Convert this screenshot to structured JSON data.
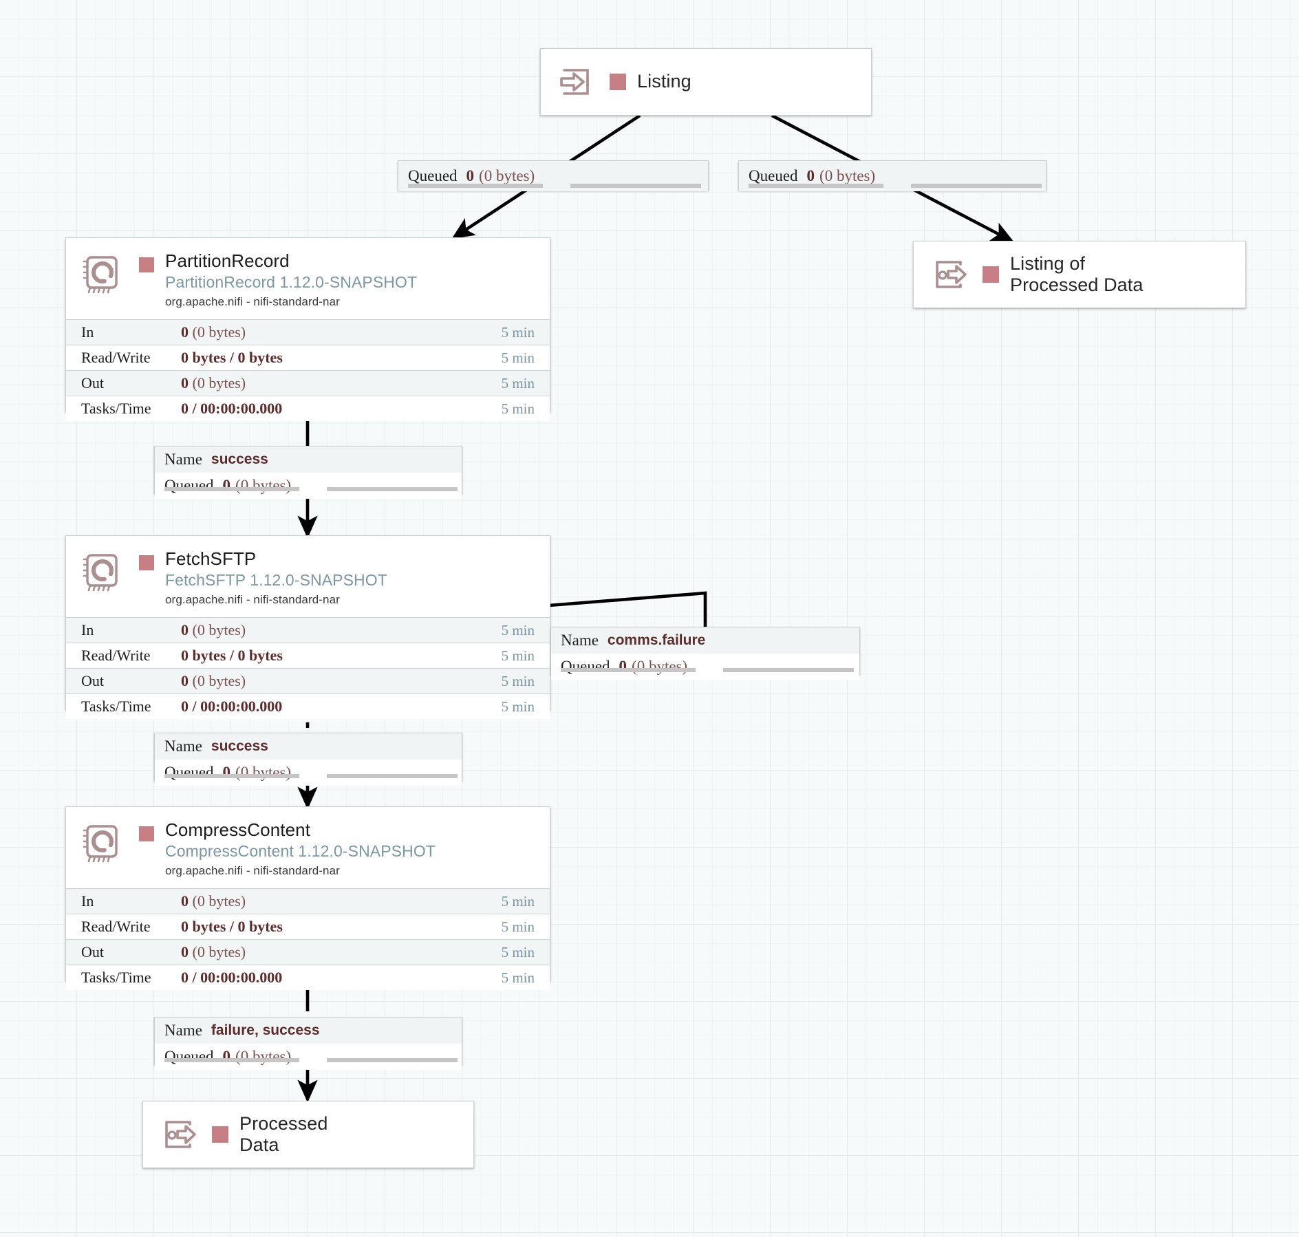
{
  "canvas": {
    "title": "NiFi Flow Canvas",
    "background": "#f7fafb",
    "grid_color": "#e2eaec"
  },
  "colors": {
    "status_stopped": "#c87f83",
    "type_text": "#7a97a6",
    "value_text": "#5c2b2b",
    "time_text": "#7a94a3"
  },
  "ports": [
    {
      "id": "listing-input-port",
      "kind": "input-port",
      "icon": "input-port-icon",
      "label": "Listing",
      "status": "stopped"
    },
    {
      "id": "listing-of-processed-data-output-port",
      "kind": "output-port",
      "icon": "output-port-icon",
      "label": "Listing of\nProcessed Data",
      "status": "stopped"
    },
    {
      "id": "processed-data-output-port",
      "kind": "output-port",
      "icon": "output-port-icon",
      "label": "Processed\nData",
      "status": "stopped"
    }
  ],
  "processors": [
    {
      "id": "partitionrecord",
      "name": "PartitionRecord",
      "type": "PartitionRecord 1.12.0-SNAPSHOT",
      "bundle": "org.apache.nifi - nifi-standard-nar",
      "status": "stopped",
      "icon": "processor-icon",
      "stats": [
        {
          "key": "In",
          "value": "0",
          "suffix": "(0 bytes)",
          "bold_all": false,
          "time": "5 min"
        },
        {
          "key": "Read/Write",
          "value": "0 bytes / 0 bytes",
          "suffix": "",
          "bold_all": true,
          "time": "5 min"
        },
        {
          "key": "Out",
          "value": "0",
          "suffix": "(0 bytes)",
          "bold_all": false,
          "time": "5 min"
        },
        {
          "key": "Tasks/Time",
          "value": "0 / 00:00:00.000",
          "suffix": "",
          "bold_all": true,
          "time": "5 min"
        }
      ]
    },
    {
      "id": "fetchsftp",
      "name": "FetchSFTP",
      "type": "FetchSFTP 1.12.0-SNAPSHOT",
      "bundle": "org.apache.nifi - nifi-standard-nar",
      "status": "stopped",
      "icon": "processor-icon",
      "stats": [
        {
          "key": "In",
          "value": "0",
          "suffix": "(0 bytes)",
          "bold_all": false,
          "time": "5 min"
        },
        {
          "key": "Read/Write",
          "value": "0 bytes / 0 bytes",
          "suffix": "",
          "bold_all": true,
          "time": "5 min"
        },
        {
          "key": "Out",
          "value": "0",
          "suffix": "(0 bytes)",
          "bold_all": false,
          "time": "5 min"
        },
        {
          "key": "Tasks/Time",
          "value": "0 / 00:00:00.000",
          "suffix": "",
          "bold_all": true,
          "time": "5 min"
        }
      ]
    },
    {
      "id": "compresscontent",
      "name": "CompressContent",
      "type": "CompressContent 1.12.0-SNAPSHOT",
      "bundle": "org.apache.nifi - nifi-standard-nar",
      "status": "stopped",
      "icon": "processor-icon",
      "stats": [
        {
          "key": "In",
          "value": "0",
          "suffix": "(0 bytes)",
          "bold_all": false,
          "time": "5 min"
        },
        {
          "key": "Read/Write",
          "value": "0 bytes / 0 bytes",
          "suffix": "",
          "bold_all": true,
          "time": "5 min"
        },
        {
          "key": "Out",
          "value": "0",
          "suffix": "(0 bytes)",
          "bold_all": false,
          "time": "5 min"
        },
        {
          "key": "Tasks/Time",
          "value": "0 / 00:00:00.000",
          "suffix": "",
          "bold_all": true,
          "time": "5 min"
        }
      ]
    }
  ],
  "connections": [
    {
      "id": "listing-to-partitionrecord",
      "queued_key": "Queued",
      "queued_count": "0",
      "queued_bytes": "(0 bytes)",
      "has_name_row": false,
      "name_key": "",
      "name_value": ""
    },
    {
      "id": "listing-to-listing-of-processed-data",
      "queued_key": "Queued",
      "queued_count": "0",
      "queued_bytes": "(0 bytes)",
      "has_name_row": false,
      "name_key": "",
      "name_value": ""
    },
    {
      "id": "partitionrecord-to-fetchsftp",
      "queued_key": "Queued",
      "queued_count": "0",
      "queued_bytes": "(0 bytes)",
      "has_name_row": true,
      "name_key": "Name",
      "name_value": "success"
    },
    {
      "id": "fetchsftp-comms-failure-loop",
      "queued_key": "Queued",
      "queued_count": "0",
      "queued_bytes": "(0 bytes)",
      "has_name_row": true,
      "name_key": "Name",
      "name_value": "comms.failure"
    },
    {
      "id": "fetchsftp-to-compresscontent",
      "queued_key": "Queued",
      "queued_count": "0",
      "queued_bytes": "(0 bytes)",
      "has_name_row": true,
      "name_key": "Name",
      "name_value": "success"
    },
    {
      "id": "compresscontent-to-processed-data",
      "queued_key": "Queued",
      "queued_count": "0",
      "queued_bytes": "(0 bytes)",
      "has_name_row": true,
      "name_key": "Name",
      "name_value": "failure, success"
    }
  ]
}
